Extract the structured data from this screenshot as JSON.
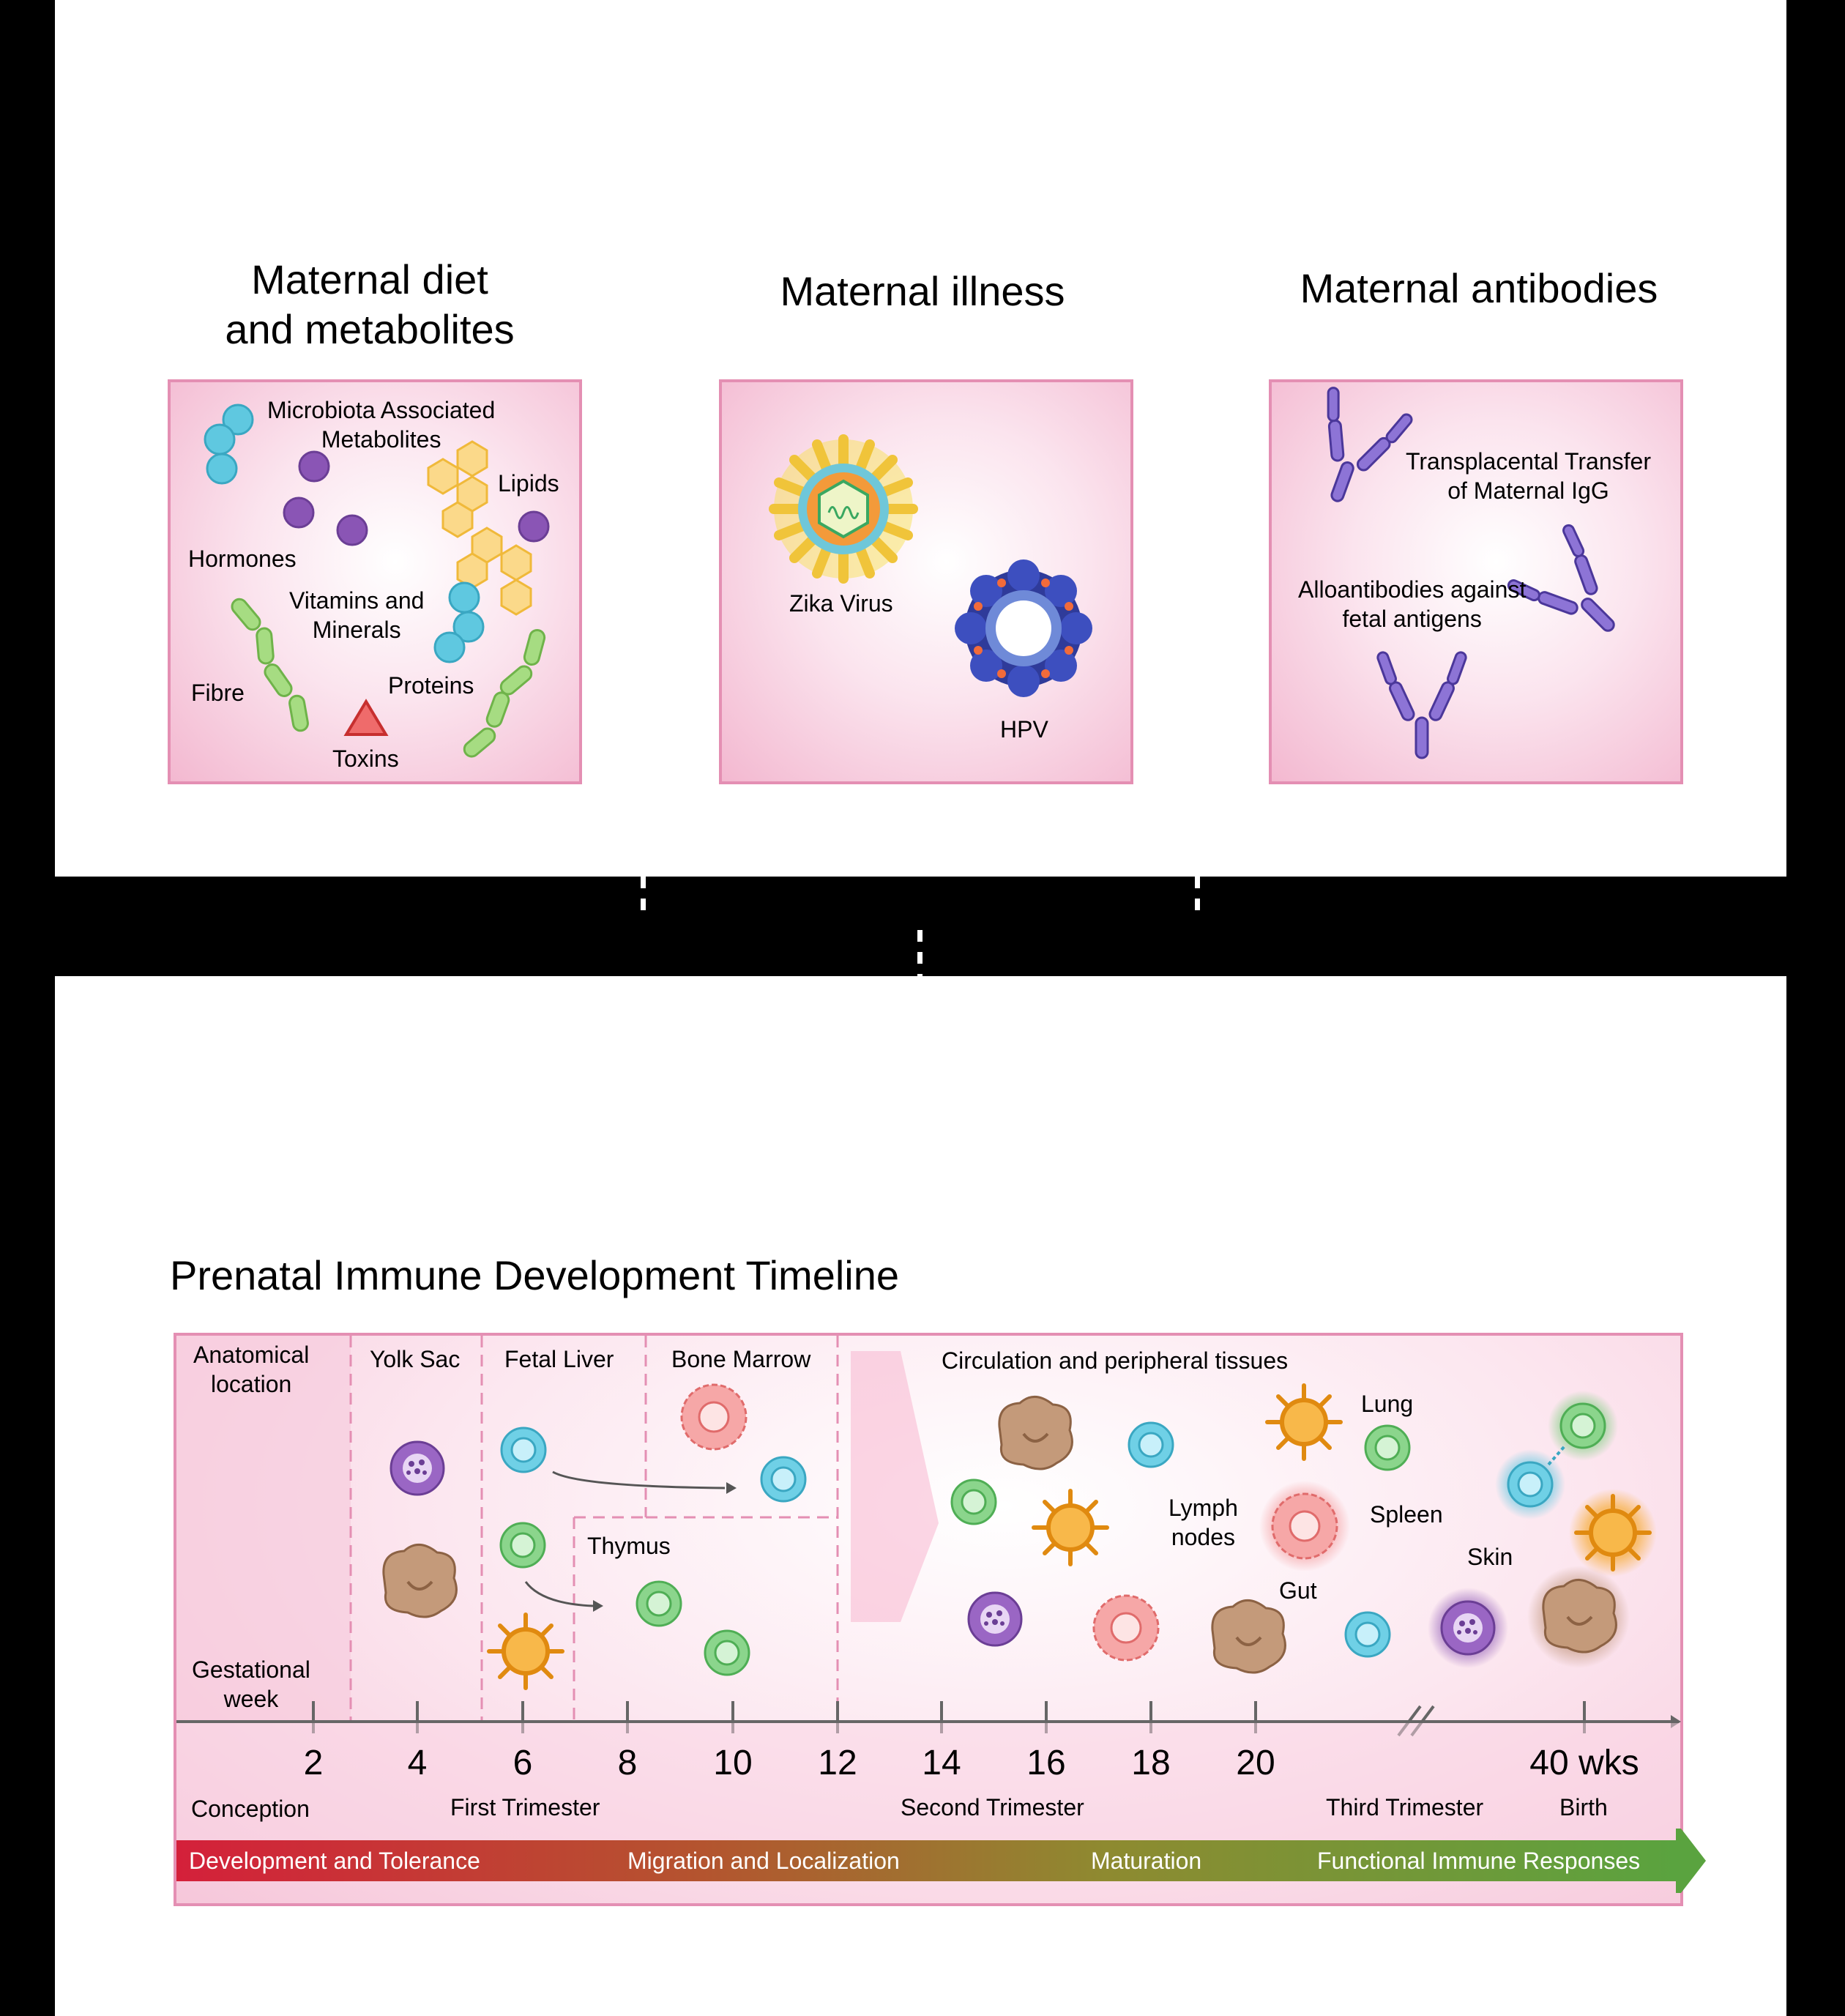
{
  "top": {
    "diet": {
      "title_line1": "Maternal diet",
      "title_line2": "and metabolites",
      "labels": {
        "microbiota_line1": "Microbiota Associated",
        "microbiota_line2": "Metabolites",
        "lipids": "Lipids",
        "hormones": "Hormones",
        "vitamins_line1": "Vitamins and",
        "vitamins_line2": "Minerals",
        "fibre": "Fibre",
        "proteins": "Proteins",
        "toxins": "Toxins"
      }
    },
    "illness": {
      "title": "Maternal illness",
      "labels": {
        "zika": "Zika Virus",
        "hpv": "HPV"
      }
    },
    "antibodies": {
      "title": "Maternal antibodies",
      "labels": {
        "transfer_line1": "Transplacental Transfer",
        "transfer_line2": "of Maternal IgG",
        "allo_line1": "Alloantibodies against",
        "allo_line2": "fetal antigens"
      }
    }
  },
  "timeline": {
    "title": "Prenatal Immune Development Timeline",
    "anatomical_line1": "Anatomical",
    "anatomical_line2": "location",
    "gestational_line1": "Gestational",
    "gestational_line2": "week",
    "locations": {
      "yolk_sac": "Yolk Sac",
      "fetal_liver": "Fetal Liver",
      "bone_marrow": "Bone Marrow",
      "thymus": "Thymus",
      "circulation": "Circulation and peripheral tissues",
      "lung": "Lung",
      "lymph_line1": "Lymph",
      "lymph_line2": "nodes",
      "spleen": "Spleen",
      "skin": "Skin",
      "gut": "Gut"
    },
    "weeks": [
      "2",
      "4",
      "6",
      "8",
      "10",
      "12",
      "14",
      "16",
      "18",
      "20",
      "40 wks"
    ],
    "milestones": {
      "conception": "Conception",
      "first": "First Trimester",
      "second": "Second Trimester",
      "third": "Third Trimester",
      "birth": "Birth"
    },
    "phases": {
      "p1": "Development and Tolerance",
      "p2": "Migration and Localization",
      "p3": "Maturation",
      "p4": "Functional Immune Responses"
    }
  },
  "colors": {
    "box_border": "#e48fb3",
    "cyan_cell": "#5fc8e0",
    "green_cell": "#7ccf7e",
    "purple_cell": "#8a55b5",
    "brown_cell": "#b88a6a",
    "orange_cell": "#f6a623",
    "pink_cell": "#f28a8a",
    "antibody": "#7e63c9",
    "lipid": "#f7c75a",
    "phase_start": "#d4203a",
    "phase_end": "#5aa33f"
  }
}
